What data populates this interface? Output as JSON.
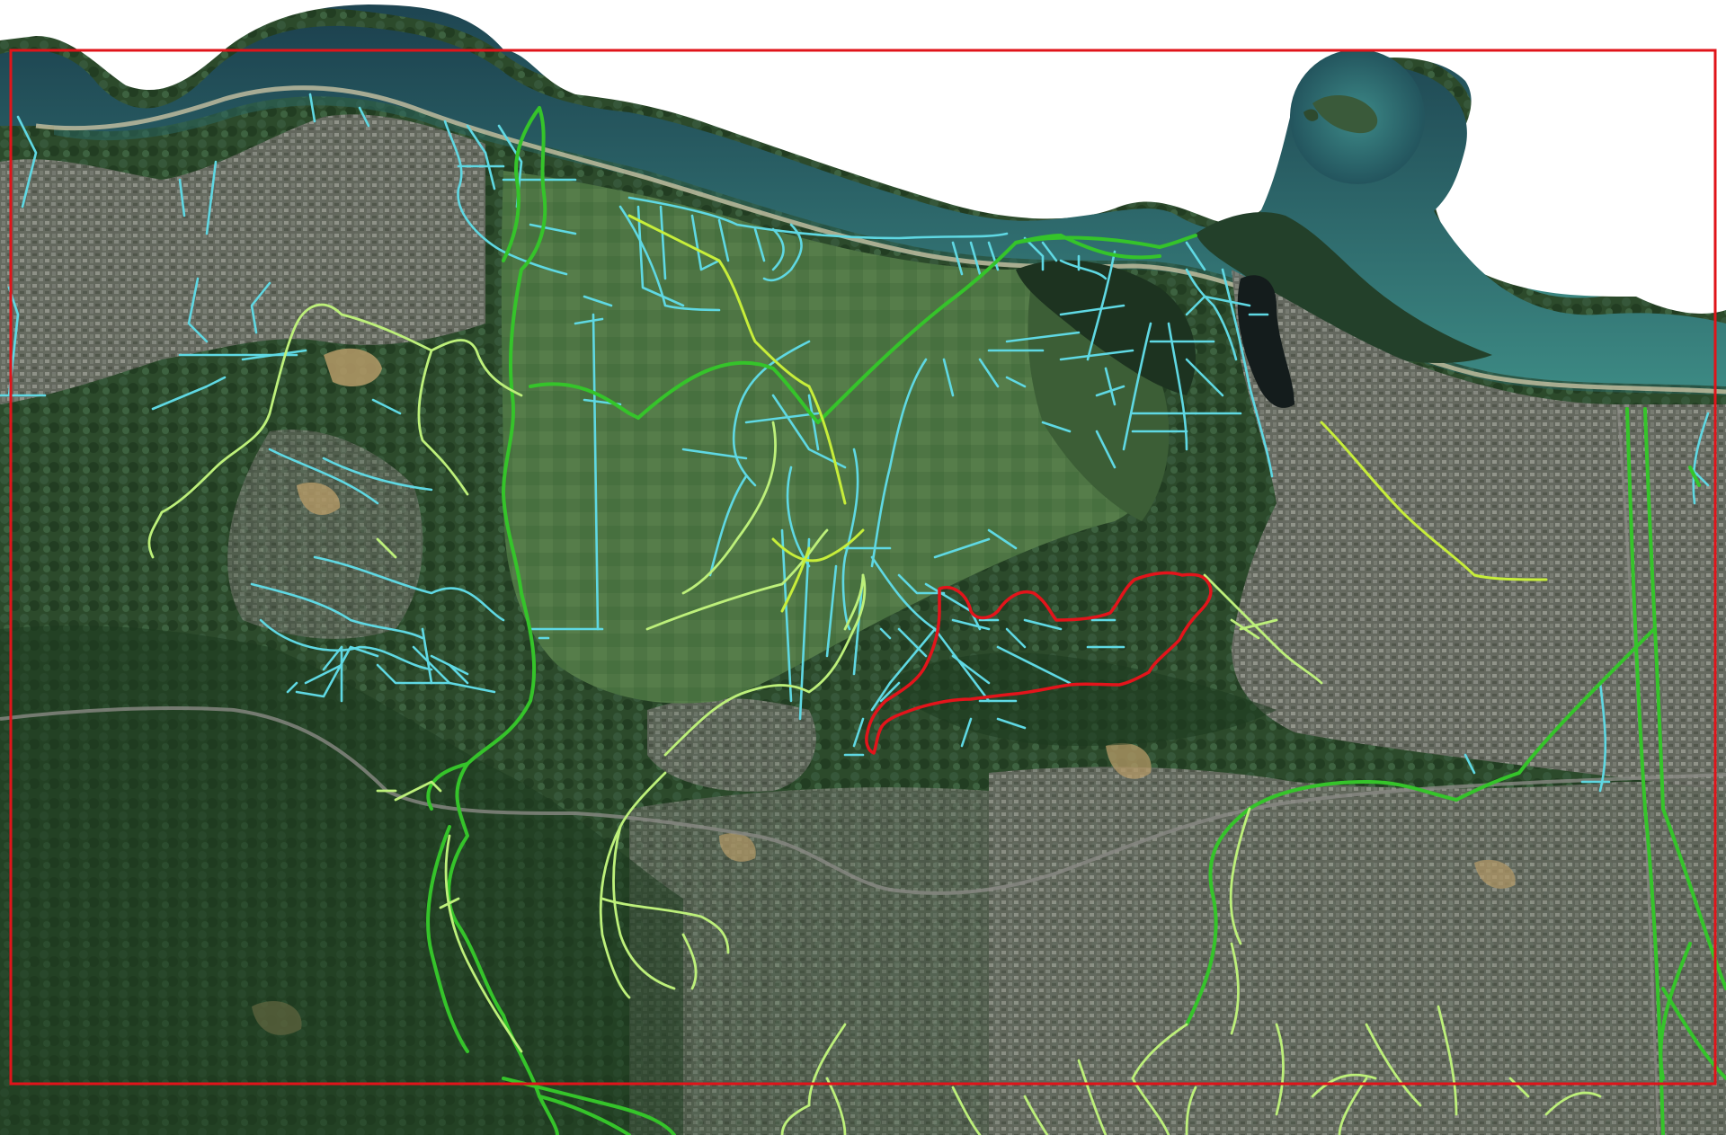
{
  "map": {
    "colors": {
      "ocean_deep": "#1f4a55",
      "ocean_shallow": "#3f8a86",
      "reef": "#2f6f6a",
      "land_dark": "#2b4a2c",
      "land_mid": "#3f6a3a",
      "land_light": "#5d7f4e",
      "urban": "#6e6e68",
      "urban_dark": "#4f534c",
      "pond": "#141c1c",
      "bare_soil": "#b59a67",
      "study_boundary": "#e0141a",
      "parcel_boundary": "#e3141b",
      "ditch_cyan": "#5fd8e3",
      "stream_green": "#35c42a",
      "stream_lime": "#bdf07a",
      "stream_yellowgreen": "#c7ee3a",
      "road": "#8a8a84"
    },
    "layers": [
      {
        "name": "study-area-boundary",
        "color": "#e0141a"
      },
      {
        "name": "project-parcel",
        "color": "#e3141b"
      },
      {
        "name": "drainage-ditches",
        "color": "#5fd8e3"
      },
      {
        "name": "perennial-streams",
        "color": "#35c42a"
      },
      {
        "name": "intermittent-streams",
        "color": "#bdf07a"
      }
    ]
  }
}
